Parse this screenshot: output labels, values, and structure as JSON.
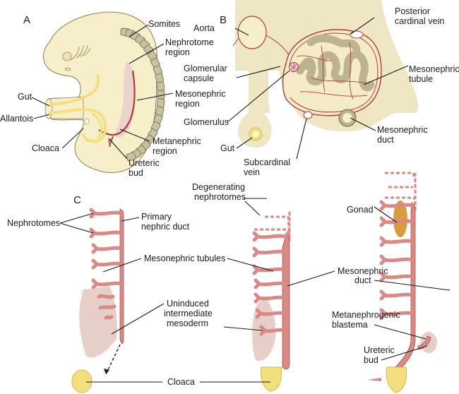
{
  "figure": {
    "panels": [
      {
        "id": "A",
        "letter": "A",
        "labels": {
          "somites": "Somites",
          "nephrotome_region": [
            "Nephrotome",
            "region"
          ],
          "mesonephric_region": [
            "Mesonephric",
            "region"
          ],
          "metanephric_region": [
            "Metanephric",
            "region"
          ],
          "ureteric_bud": [
            "Ureteric",
            "bud"
          ],
          "gut": "Gut",
          "allantois": "Allantois",
          "cloaca": "Cloaca"
        }
      },
      {
        "id": "B",
        "letter": "B",
        "labels": {
          "aorta": "Aorta",
          "posterior_cardinal_vein": [
            "Posterior",
            "cardinal vein"
          ],
          "glomerular_capsule": [
            "Glomerular",
            "capsule"
          ],
          "mesonephric_tubule": [
            "Mesonephric",
            "tubule"
          ],
          "glomerulus": "Glomerulus",
          "gut": "Gut",
          "mesonephric_duct": [
            "Mesonephric",
            "duct"
          ],
          "subcardinal_vein": [
            "Subcardinal",
            "vein"
          ]
        }
      },
      {
        "id": "C",
        "letter": "C",
        "labels": {
          "nephrotomes": "Nephrotomes",
          "primary_nephric_duct": [
            "Primary",
            "nephric duct"
          ],
          "degenerating_nephrotomes": [
            "Degenerating",
            "nephrotomes"
          ],
          "mesonephric_tubules": "Mesonephric tubules",
          "gonad": "Gonad",
          "mesonephric_duct": [
            "Mesonephric",
            "duct"
          ],
          "uninduced_intermediate_mesoderm": [
            "Uninduced",
            "intermediate",
            "mesoderm"
          ],
          "metanephrogenic_blastema": [
            "Metanephrogenic",
            "blastema"
          ],
          "ureteric_bud": [
            "Ureteric",
            "bud"
          ],
          "cloaca": "Cloaca"
        }
      }
    ]
  },
  "colors": {
    "embryo_fill": "#f7efc9",
    "embryo_stroke": "#8c7f55",
    "somite_fill": "#c8c1a2",
    "somite_stroke": "#6f6748",
    "tissue_fill": "#efe6c4",
    "tubule_fill": "#bdb48f",
    "vessel_red": "#b23a3a",
    "duct_pink": "#d98a86",
    "duct_stroke": "#a5514d",
    "mesoderm_pink": "#e6cfc8",
    "yellow": "#f2df7e",
    "yellow_stroke": "#d8b93b",
    "gonad": "#d99c3c"
  }
}
